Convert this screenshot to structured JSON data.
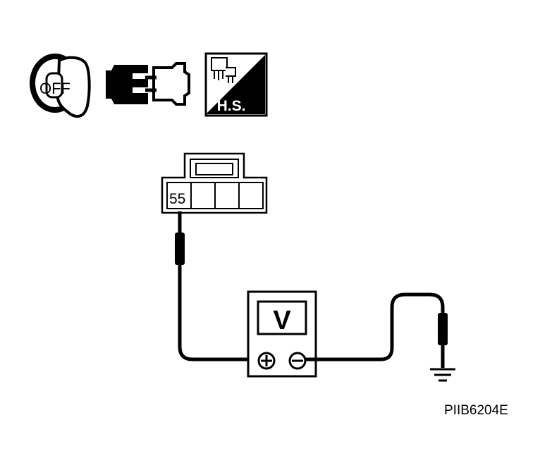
{
  "icons": {
    "ignition": {
      "name": "ignition-key-off-icon",
      "label": "OFF"
    },
    "connector": {
      "name": "disconnect-connector-icon"
    },
    "harness": {
      "name": "harness-side-icon",
      "label": "H.S."
    }
  },
  "connector": {
    "terminal": "55"
  },
  "meter": {
    "label": "V",
    "positive": "positive-probe-icon",
    "negative": "negative-probe-icon"
  },
  "ground": {
    "name": "ground-icon"
  },
  "figure_code": "PIIB6204E"
}
